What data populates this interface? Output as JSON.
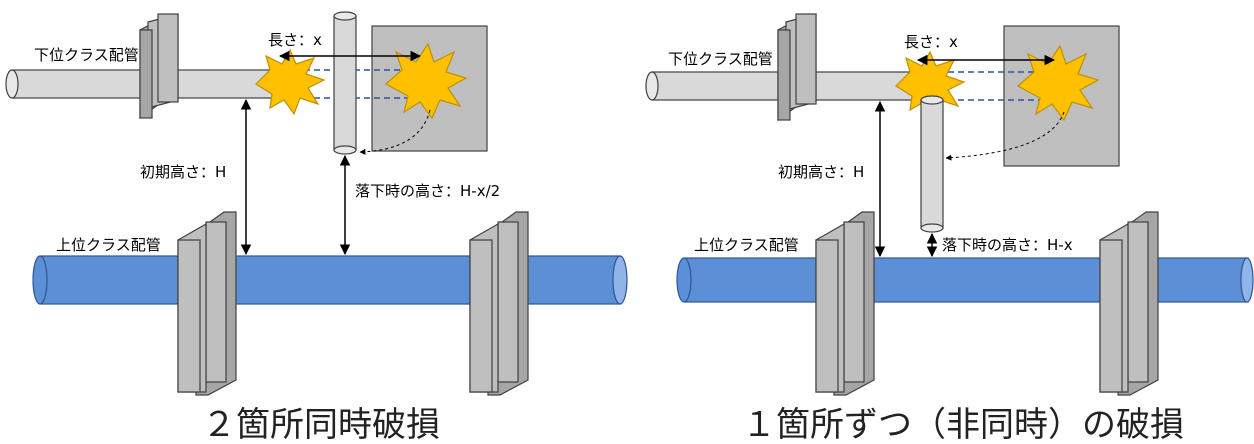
{
  "left_panel": {
    "lower_pipe_label": "下位クラス配管",
    "length_label": "長さ：x",
    "initial_height_label": "初期高さ：H",
    "drop_height_label": "落下時の高さ：H-x/2",
    "upper_pipe_label": "上位クラス配管",
    "caption": "２箇所同時破損"
  },
  "right_panel": {
    "lower_pipe_label": "下位クラス配管",
    "length_label": "長さ：x",
    "initial_height_label": "初期高さ：H",
    "drop_height_label": "落下時の高さ：H-x",
    "upper_pipe_label": "上位クラス配管",
    "caption": "１箇所ずつ（非同時）の破損"
  },
  "colors": {
    "upper_pipe": "#5b8fd6",
    "lower_pipe": "#d9d9d9",
    "support": "#bfbfbf",
    "wall": "#bfbfbf",
    "burst": "#ffc000"
  }
}
